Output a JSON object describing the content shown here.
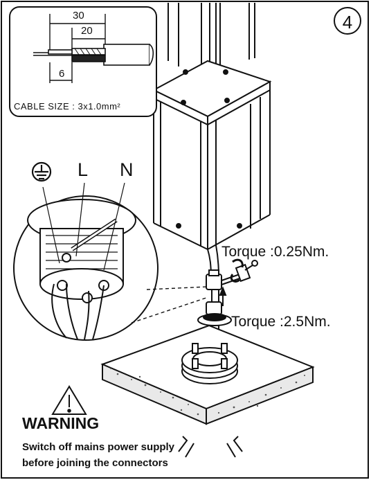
{
  "step_number": "4",
  "cable_inset": {
    "dim_outer": "30",
    "dim_middle": "20",
    "dim_strip": "6",
    "cable_size": "CABLE SIZE : 3x1.0mm²"
  },
  "terminals": {
    "earth_icon": "earth-ground-icon",
    "live": "L",
    "neutral": "N"
  },
  "torque": {
    "upper": "Torque :0.25Nm.",
    "lower": "Torque :2.5Nm."
  },
  "warning": {
    "icon": "warning-triangle-icon",
    "title": "WARNING",
    "line1": "Switch off mains power supply",
    "line2": "before joining the connectors"
  }
}
